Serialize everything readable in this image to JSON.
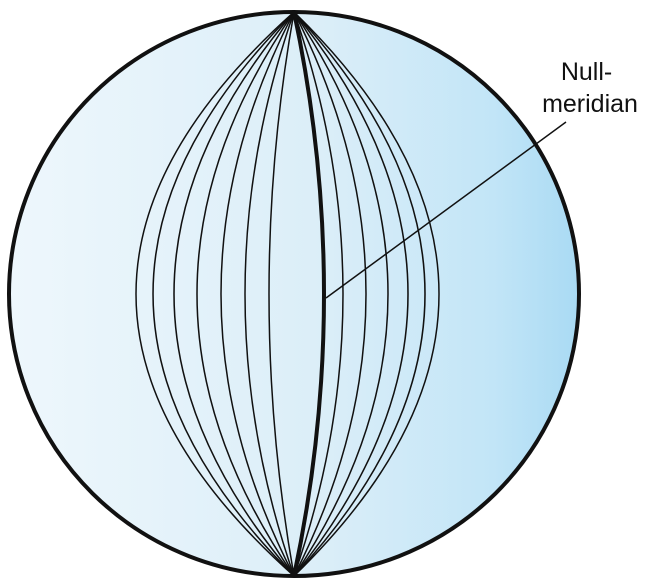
{
  "label": {
    "line1": "Null-",
    "line2": "meridian"
  },
  "colors": {
    "outline": "#111111",
    "globe_light": "#eef7fc",
    "globe_mid": "#dbeef8",
    "globe_dark": "#a9daf3",
    "background": "#ffffff"
  },
  "meridians": {
    "count_visible": 17,
    "highlighted": "prime-meridian"
  }
}
